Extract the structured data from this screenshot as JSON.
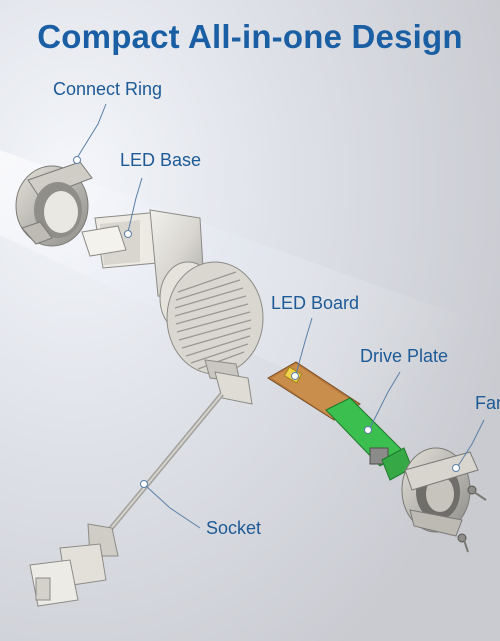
{
  "title": "Compact All-in-one Design",
  "labels": {
    "connect_ring": "Connect Ring",
    "led_base": "LED Base",
    "led_board": "LED Board",
    "drive_plate": "Drive Plate",
    "fan": "Fan",
    "socket": "Socket"
  },
  "colors": {
    "title": "#1a5fa4",
    "label": "#1d5a96",
    "leader_line": "#5b7fa8",
    "drive_plate_pcb": "#3bbf4f",
    "led_board_copper": "#b97a3c",
    "background": "#d6d7dc"
  }
}
